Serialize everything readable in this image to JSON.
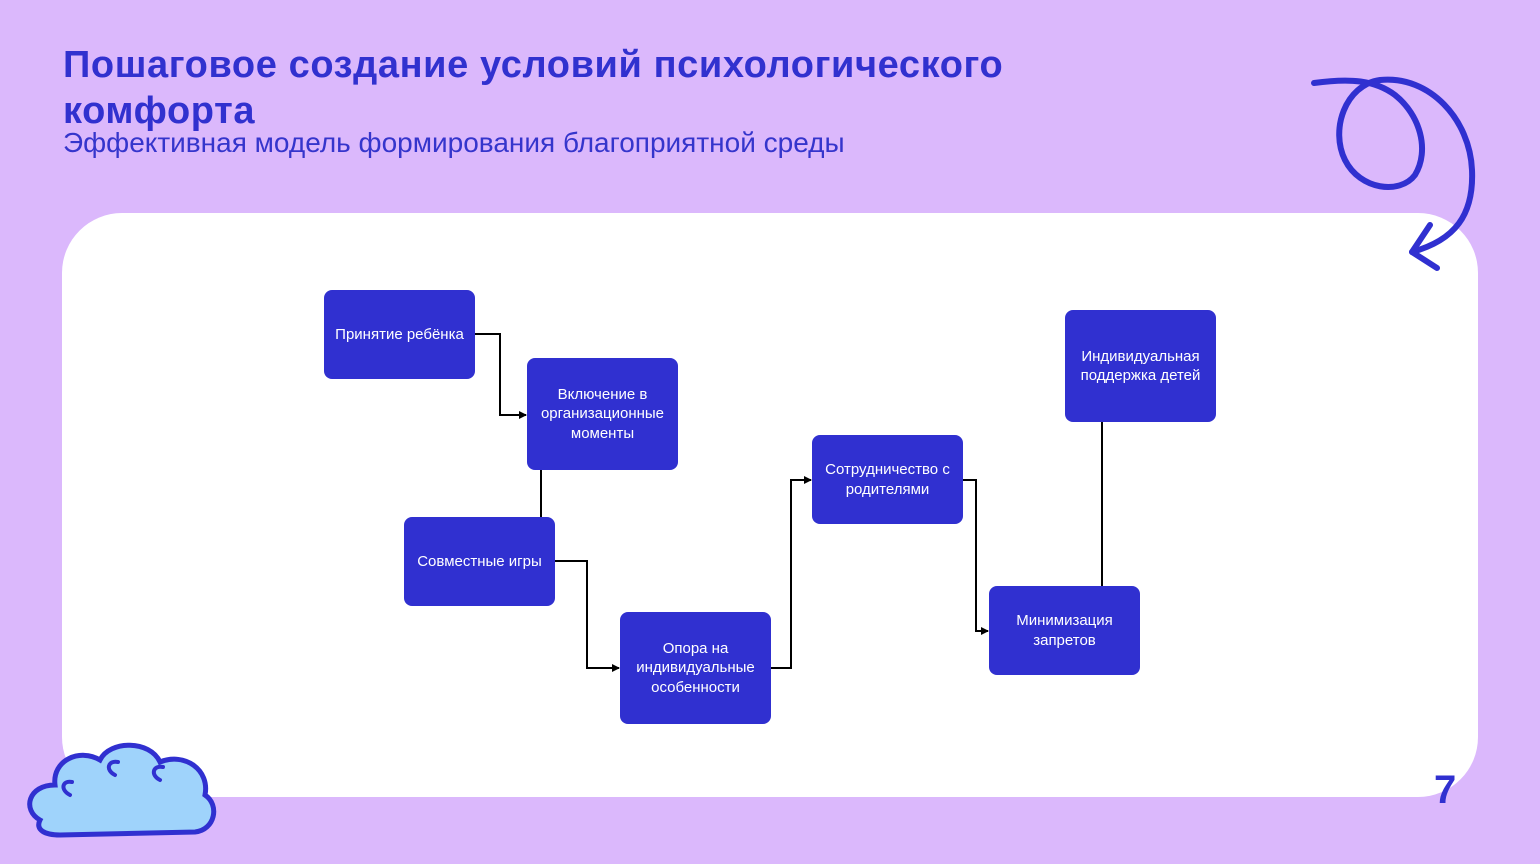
{
  "slide": {
    "title": "Пошаговое создание условий психологического комфорта",
    "subtitle": "Эффективная модель формирования благоприятной среды",
    "page_number": "7"
  },
  "diagram": {
    "nodes": [
      {
        "id": "n1",
        "label": "Принятие ребёнка"
      },
      {
        "id": "n2",
        "label": "Включение в организационные моменты"
      },
      {
        "id": "n3",
        "label": "Совместные игры"
      },
      {
        "id": "n4",
        "label": "Опора на индивидуальные особенности"
      },
      {
        "id": "n5",
        "label": "Сотрудничество с родителями"
      },
      {
        "id": "n6",
        "label": "Минимизация запретов"
      },
      {
        "id": "n7",
        "label": "Индивидуальная поддержка детей"
      }
    ],
    "edges": [
      {
        "from": "n1",
        "to": "n2",
        "arrow": true
      },
      {
        "from": "n2",
        "to": "n3",
        "arrow": false
      },
      {
        "from": "n3",
        "to": "n4",
        "arrow": true
      },
      {
        "from": "n4",
        "to": "n5",
        "arrow": true
      },
      {
        "from": "n5",
        "to": "n6",
        "arrow": true
      },
      {
        "from": "n6",
        "to": "n7",
        "arrow": false
      }
    ]
  },
  "colors": {
    "background": "#dbb8fc",
    "accent": "#3030d0",
    "panel": "#ffffff",
    "cloud": "#9fd3fb"
  }
}
